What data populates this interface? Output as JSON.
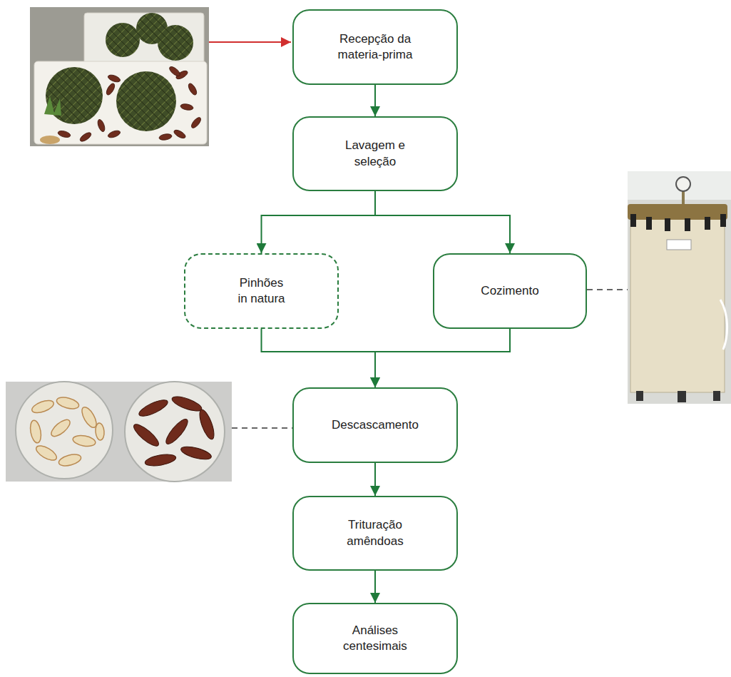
{
  "diagram": {
    "nodes": [
      {
        "text": [
          "Recepção da materia-prima"
        ]
      },
      {
        "text": [
          "Lavagem e seleção"
        ]
      },
      {
        "text": [
          "Pinhões in natura"
        ]
      },
      {
        "text": [
          "Cozimento"
        ]
      },
      {
        "text": [
          "Descascamento"
        ]
      },
      {
        "text": [
          "Trituração amêndoas"
        ]
      },
      {
        "text": [
          "Análises centesimais"
        ]
      }
    ],
    "edges": [
      {
        "from": 0,
        "to": 1,
        "arrow": "to"
      },
      {
        "from": 1,
        "to": 2,
        "arrow": "to"
      },
      {
        "from": 1,
        "to": 3,
        "arrow": "to"
      },
      {
        "from": 2,
        "to": 4,
        "arrow": "to"
      },
      {
        "from": 3,
        "to": 4,
        "arrow": "to"
      },
      {
        "from": 4,
        "to": 5,
        "arrow": "to"
      },
      {
        "from": 5,
        "to": 6,
        "arrow": "to"
      }
    ]
  }
}
